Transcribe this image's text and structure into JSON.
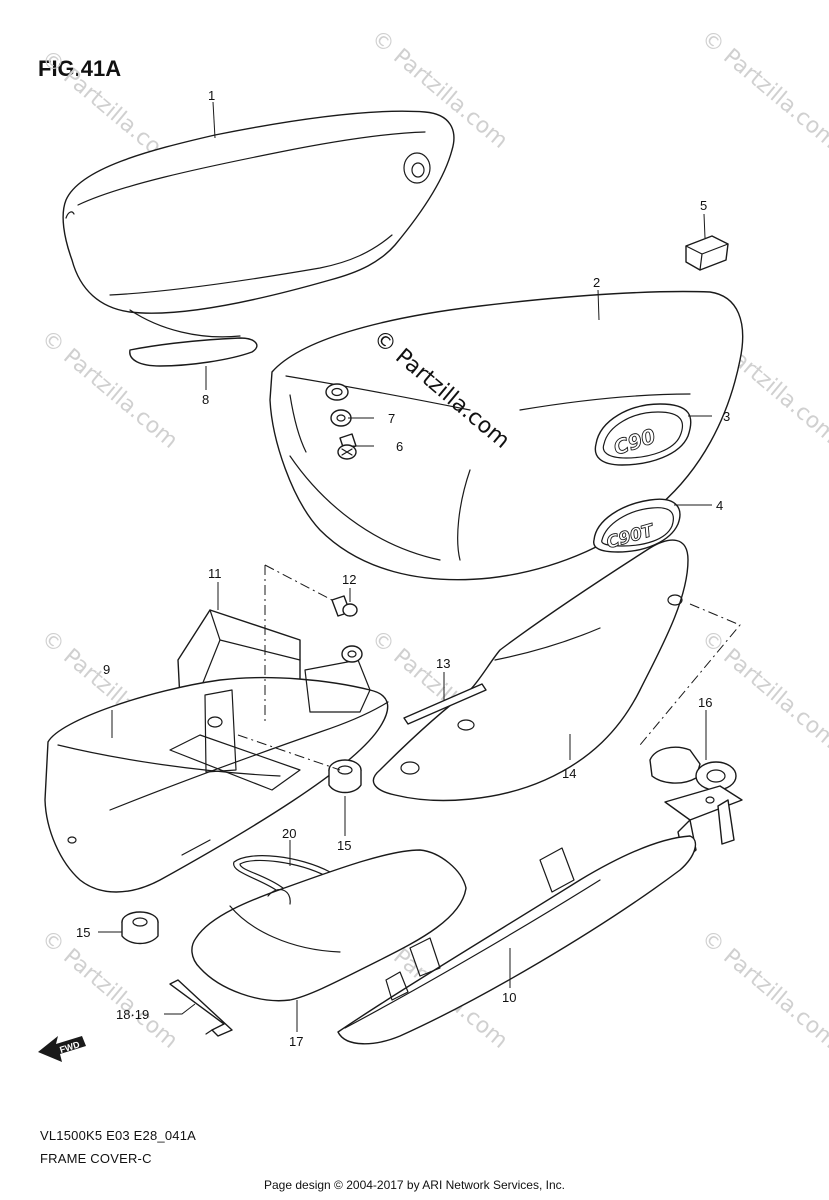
{
  "figure": {
    "title": "FIG.41A",
    "model_code": "VL1500K5 E03 E28_041A",
    "section_name": "FRAME COVER-C"
  },
  "callouts": [
    {
      "id": "c1",
      "label": "1"
    },
    {
      "id": "c2",
      "label": "2"
    },
    {
      "id": "c3",
      "label": "3"
    },
    {
      "id": "c4",
      "label": "4"
    },
    {
      "id": "c5",
      "label": "5"
    },
    {
      "id": "c6",
      "label": "6"
    },
    {
      "id": "c7",
      "label": "7"
    },
    {
      "id": "c8",
      "label": "8"
    },
    {
      "id": "c9",
      "label": "9"
    },
    {
      "id": "c10",
      "label": "10"
    },
    {
      "id": "c11",
      "label": "11"
    },
    {
      "id": "c12",
      "label": "12"
    },
    {
      "id": "c13",
      "label": "13"
    },
    {
      "id": "c14",
      "label": "14"
    },
    {
      "id": "c15a",
      "label": "15"
    },
    {
      "id": "c15b",
      "label": "15"
    },
    {
      "id": "c16",
      "label": "16"
    },
    {
      "id": "c17",
      "label": "17"
    },
    {
      "id": "c18",
      "label": "18·19"
    },
    {
      "id": "c20",
      "label": "20"
    }
  ],
  "emblems": {
    "emblem_3": "C90",
    "emblem_4": "C90T"
  },
  "fwd_label": "FWD",
  "watermarks": {
    "main": "© Partzilla.com",
    "faint": "© Partzilla.com"
  },
  "footer": "Page design © 2004-2017 by ARI Network Services, Inc."
}
